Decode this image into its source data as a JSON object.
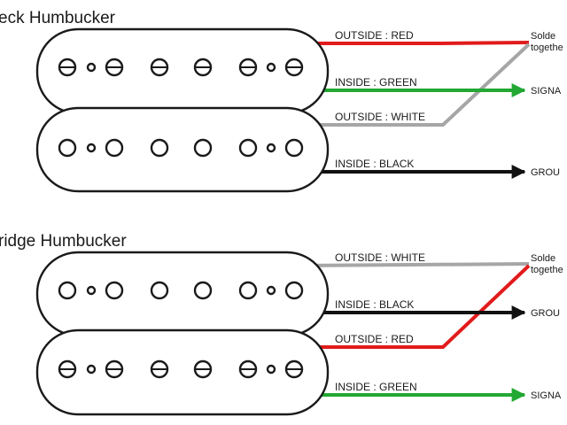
{
  "colors": {
    "red": "#e21b1b",
    "green": "#22a833",
    "white_wire": "#a6a6a6",
    "black": "#111111",
    "outline": "#1a1a1a"
  },
  "pickups": [
    {
      "title": "eck Humbucker",
      "top_coil": "slotted",
      "bottom_coil": "round",
      "wires": [
        {
          "label": "OUTSIDE : RED",
          "color": "red",
          "end": "solder"
        },
        {
          "label": "INSIDE : GREEN",
          "color": "green",
          "end": "signal"
        },
        {
          "label": "OUTSIDE : WHITE",
          "color": "white_wire",
          "end": "solder"
        },
        {
          "label": "INSIDE : BLACK",
          "color": "black",
          "end": "ground"
        }
      ],
      "solder_label": [
        "Solde",
        "togethe"
      ],
      "signal_label": "SIGNA",
      "ground_label": "GROU"
    },
    {
      "title": "ridge Humbucker",
      "top_coil": "round",
      "bottom_coil": "slotted",
      "wires": [
        {
          "label": "OUTSIDE : WHITE",
          "color": "white_wire",
          "end": "solder"
        },
        {
          "label": "INSIDE : BLACK",
          "color": "black",
          "end": "ground"
        },
        {
          "label": "OUTSIDE : RED",
          "color": "red",
          "end": "solder"
        },
        {
          "label": "INSIDE : GREEN",
          "color": "green",
          "end": "signal"
        }
      ],
      "solder_label": [
        "Solde",
        "togethe"
      ],
      "ground_label": "GROU",
      "signal_label": "SIGNA"
    }
  ]
}
